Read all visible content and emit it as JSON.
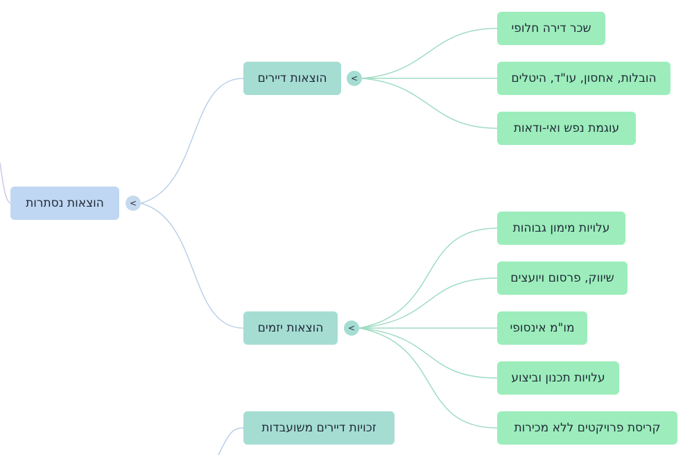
{
  "root": {
    "label": "הוצאות נסתרות"
  },
  "toggle_symbol": "<",
  "branches": [
    {
      "label": "הוצאות דיירים",
      "children": [
        "שכר דירה חלופי",
        "הובלות, אחסון, עו\"ד, היטלים",
        "עוגמת נפש ואי-ודאות"
      ]
    },
    {
      "label": "הוצאות יזמים",
      "children": [
        "עלויות מימון גבוהות",
        "שיווק, פרסום ויועצים",
        "מו\"מ אינסופי",
        "עלויות תכנון וביצוע",
        "קריסת פרויקטים ללא מכירות"
      ]
    },
    {
      "label": "זכויות דיירים משועבדות",
      "children": []
    }
  ],
  "colors": {
    "root": "#bfd7f2",
    "mid": "#a5ddd3",
    "leaf": "#9cedbb",
    "edge_blue": "#b9cfe8",
    "edge_green": "#9fdcc4"
  }
}
